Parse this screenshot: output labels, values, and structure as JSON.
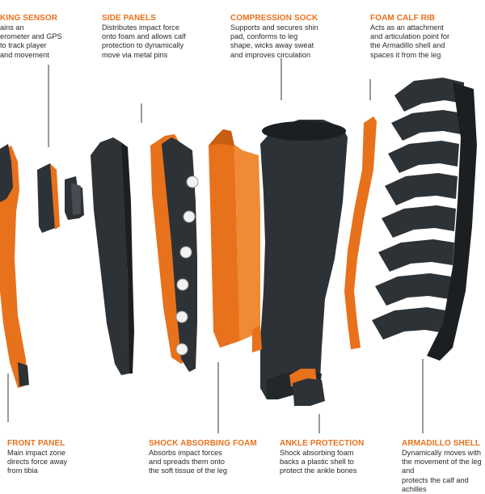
{
  "colors": {
    "accent": "#e8711c",
    "part_dark": "#2d3236",
    "part_dark_edge": "#1b1f22",
    "text": "#2a2a2a",
    "leader": "#333333"
  },
  "labels": {
    "tracking_sensor": {
      "title": "KING SENSOR",
      "desc": "ains an\nerometer and GPS\nto track player\nand movement"
    },
    "side_panels": {
      "title": "SIDE PANELS",
      "desc": "Distributes impact force\nonto foam and allows calf\nprotection to dynamically\nmove via metal pins"
    },
    "compression_sock": {
      "title": "COMPRESSION SOCK",
      "desc": "Supports and secures shin\npad, conforms to leg\nshape, wicks away sweat\nand improves circulation"
    },
    "foam_calf_rib": {
      "title": "FOAM CALF RIB",
      "desc": "Acts as an attachment\nand articulation point for\nthe Armadillo shell and\nspaces it from the leg"
    },
    "front_panel": {
      "title": "FRONT PANEL",
      "desc": "Main impact zone\ndirects force away\nfrom tibia"
    },
    "shock_absorbing_foam": {
      "title": "SHOCK ABSORBING FOAM",
      "desc": "Absorbs impact forces\nand spreads them onto\nthe soft tissue of the leg"
    },
    "ankle_protection": {
      "title": "ANKLE PROTECTION",
      "desc": "Shock absorbing foam\nbacks a plastic shell to\nprotect the ankle bones"
    },
    "armadillo_shell": {
      "title": "ARMADILLO SHELL",
      "desc": "Dynamically moves with\nthe movement of the leg and\nprotects the calf and achilles"
    }
  }
}
